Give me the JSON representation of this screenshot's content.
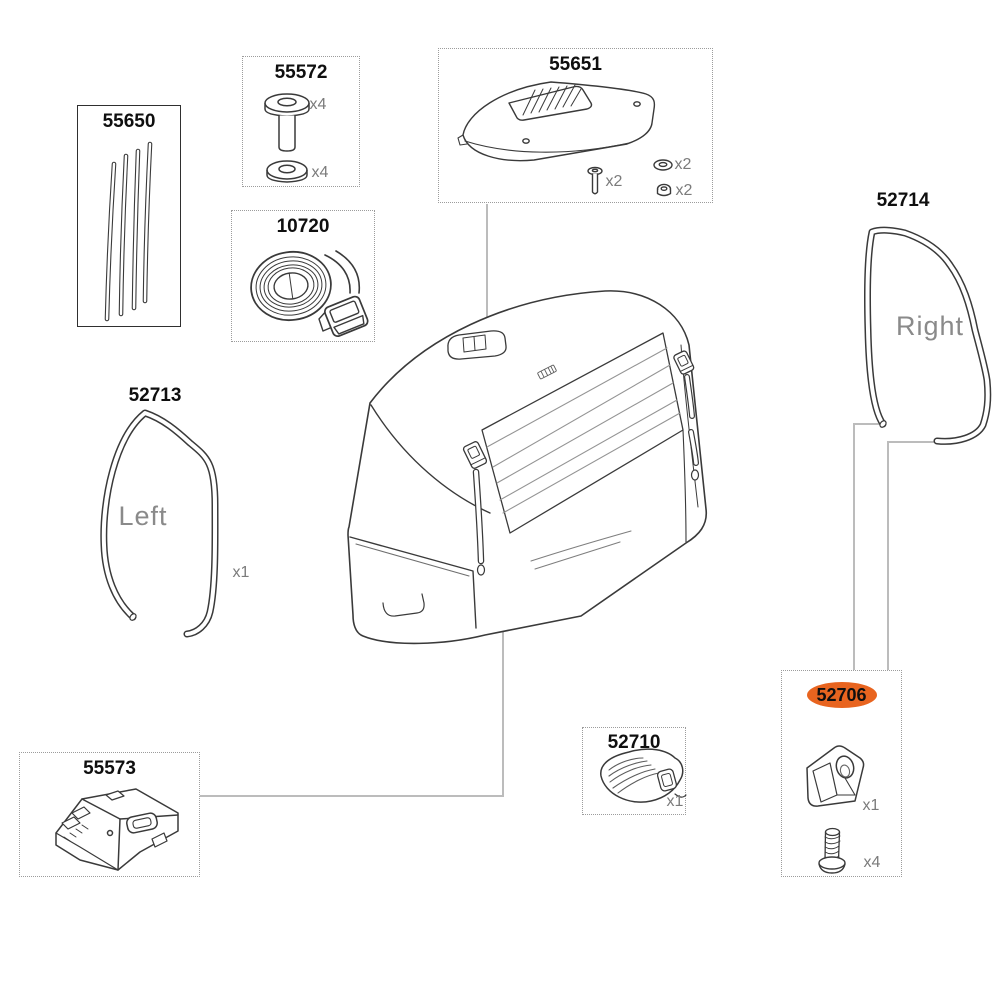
{
  "colors": {
    "highlight_orange": "#e8641f",
    "line_ink": "#3a3a3a",
    "callout_gray": "#bcbcbc",
    "muted_text_gray": "#8a8a8a"
  },
  "parts": {
    "55650": {
      "number": "55650"
    },
    "55572": {
      "number": "55572",
      "bolt_qty": "x4",
      "washer_qty": "x4"
    },
    "55651": {
      "number": "55651",
      "screw_qty": "x2",
      "washer_qty": "x2",
      "nut_qty": "x2"
    },
    "10720": {
      "number": "10720"
    },
    "52713": {
      "number": "52713",
      "side": "Left",
      "qty": "x1"
    },
    "52714": {
      "number": "52714",
      "side": "Right"
    },
    "55573": {
      "number": "55573"
    },
    "52710": {
      "number": "52710",
      "qty": "x1"
    },
    "52706": {
      "number": "52706",
      "bracket_qty": "x1",
      "screw_qty": "x4",
      "highlighted": true
    }
  }
}
